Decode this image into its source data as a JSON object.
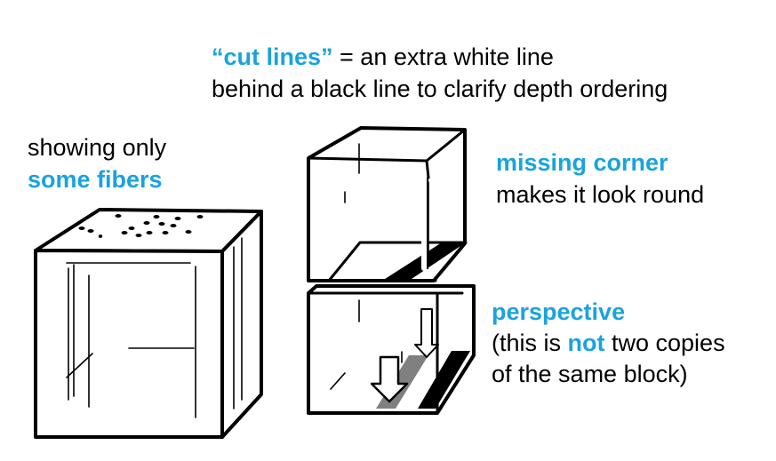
{
  "colors": {
    "accent": "#1aa3dd",
    "ink": "#000000",
    "shadow": "#808080"
  },
  "header": {
    "line1_highlight": "“cut lines”",
    "line1_rest": " = an extra white line",
    "line2": "behind a black line to clarify depth ordering"
  },
  "left_note": {
    "line1": "showing only",
    "line2_highlight": "some fibers"
  },
  "corner_note": {
    "line1_highlight": "missing corner",
    "line2": "makes it look round"
  },
  "perspective_note": {
    "line1_highlight": "perspective",
    "line2_prefix": "(this is ",
    "line2_highlight": "not",
    "line2_suffix": " two copies",
    "line3": "of the same block)"
  }
}
